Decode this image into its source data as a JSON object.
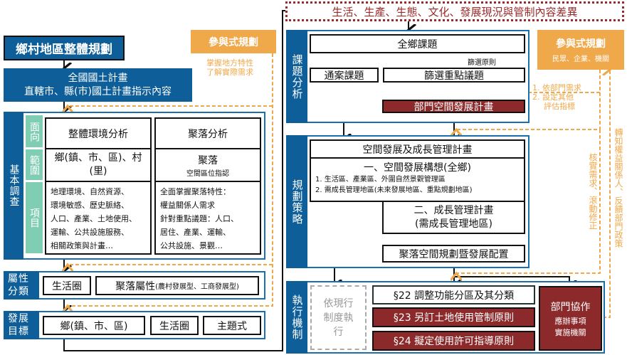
{
  "left": {
    "title": "鄉村地區整體規劃",
    "national_plan": [
      "全國國土計畫",
      "直轄市、縣(市)國土計畫指示內容"
    ],
    "participatory": {
      "title": "參與式規劃",
      "note": [
        "掌握地方特性",
        "了解實際需求"
      ]
    },
    "basic_survey": {
      "label": "基本調查",
      "rows": {
        "aspect": "面向",
        "scope": "範圍",
        "items": "項目"
      },
      "env": {
        "title": "整體環境分析",
        "scope": "鄉(鎮、市、區)、村(里)",
        "items": [
          "地理環境、自然資源、",
          "環境敏感、歷史脈絡、",
          "人口、產業、土地使用、",
          "運輸、公共設施服務、",
          "相關政策與計畫…"
        ]
      },
      "settlement": {
        "title": "聚落分析",
        "scope": "聚落",
        "scope_sub": "空間區位指認",
        "items": [
          "全面掌握聚落特性：",
          "權益關係人需求",
          "針對重點議題：人口、",
          "居住、產業、運輸、",
          "公共設施、景觀…"
        ]
      }
    },
    "attribute": {
      "label": "屬性分類",
      "items": [
        "生活圈",
        "聚落屬性"
      ],
      "sub": "(農村發展型、工商發展型)"
    },
    "goals": {
      "label": "發展目標",
      "items": [
        "鄉(鎮、市、區)",
        "生活圈",
        "主題式"
      ]
    }
  },
  "right": {
    "header": "生活、生產、生態、文化、發展現況與管制內容差異",
    "issue": {
      "label": "課題分析",
      "all": "全鄉課題",
      "filter_rule": "篩選原則",
      "general": "通案課題",
      "key": "篩選重點議題",
      "dept": "部門空間發展計畫"
    },
    "participatory": {
      "title": "參與式規劃",
      "sub": "民眾、企業、機關",
      "notes": [
        "1. 依部門需求",
        "2. 設定其他",
        "評估指標"
      ]
    },
    "strategy": {
      "label": "規劃策略",
      "main": "空間發展及成長管理計畫",
      "concept": "一、空間發展構想(全鄉)",
      "concept_items": [
        "1. 生活區、產業區、外圍自然景觀管理區",
        "2. 需成長管理地區(未來發展地區、重點規劃地區)"
      ],
      "growth": [
        "二、成長管理計畫",
        "(需成長管理地區)"
      ],
      "settlement": "聚落空間規劃暨發展配置"
    },
    "execution": {
      "label": "執行機制",
      "current": "依現行制度執行",
      "s22": "§22 調整功能分區及其分類",
      "s23": "§23 另訂土地使用管制原則",
      "s24": "§24 擬定使用許可指導原則",
      "coop": "部門協作",
      "coop_sub": [
        "應辦事項",
        "實施機關"
      ]
    },
    "side1": "核實需求、滾動修正",
    "side2": "轉知權益關係人、反饋部門政策"
  },
  "colors": {
    "blue": "#0e5f99",
    "red": "#8c2a2b",
    "orange": "#f0a94a",
    "green": "#7fcdb2"
  }
}
